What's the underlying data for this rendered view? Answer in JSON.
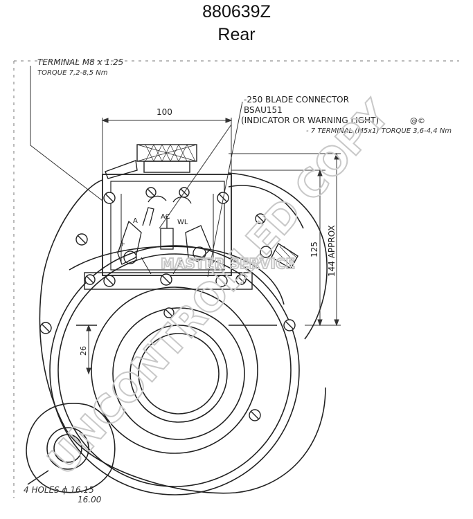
{
  "header": {
    "part_number": "880639Z",
    "view": "Rear"
  },
  "notes": {
    "terminal_line1": "TERMINAL  M8 x 1.25",
    "terminal_line2": "TORQUE 7,2-8,5 Nm",
    "blade_line1": "-250 BLADE CONNECTOR",
    "blade_line2": "BSAU151",
    "blade_line3": "(INDICATOR OR WARNING LIGHT)",
    "blade_code": "@©",
    "terminal_torque": "- 7 TERMINAL (M5x1) TORQUE 3,6-4,4 Nm",
    "holes_line1": "4 HOLES ϕ  16.15",
    "holes_line2": "16.00"
  },
  "dimensions": {
    "width_100": "100",
    "height_125": "125",
    "height_144": "144 APPROX",
    "offset_26": "26"
  },
  "terminals": {
    "a": "A",
    "ac": "AC",
    "wl": "WL",
    "plus": "+"
  },
  "watermark": {
    "text": "UNCONTROLLED COPY",
    "small": "MASTER SERVICE"
  }
}
